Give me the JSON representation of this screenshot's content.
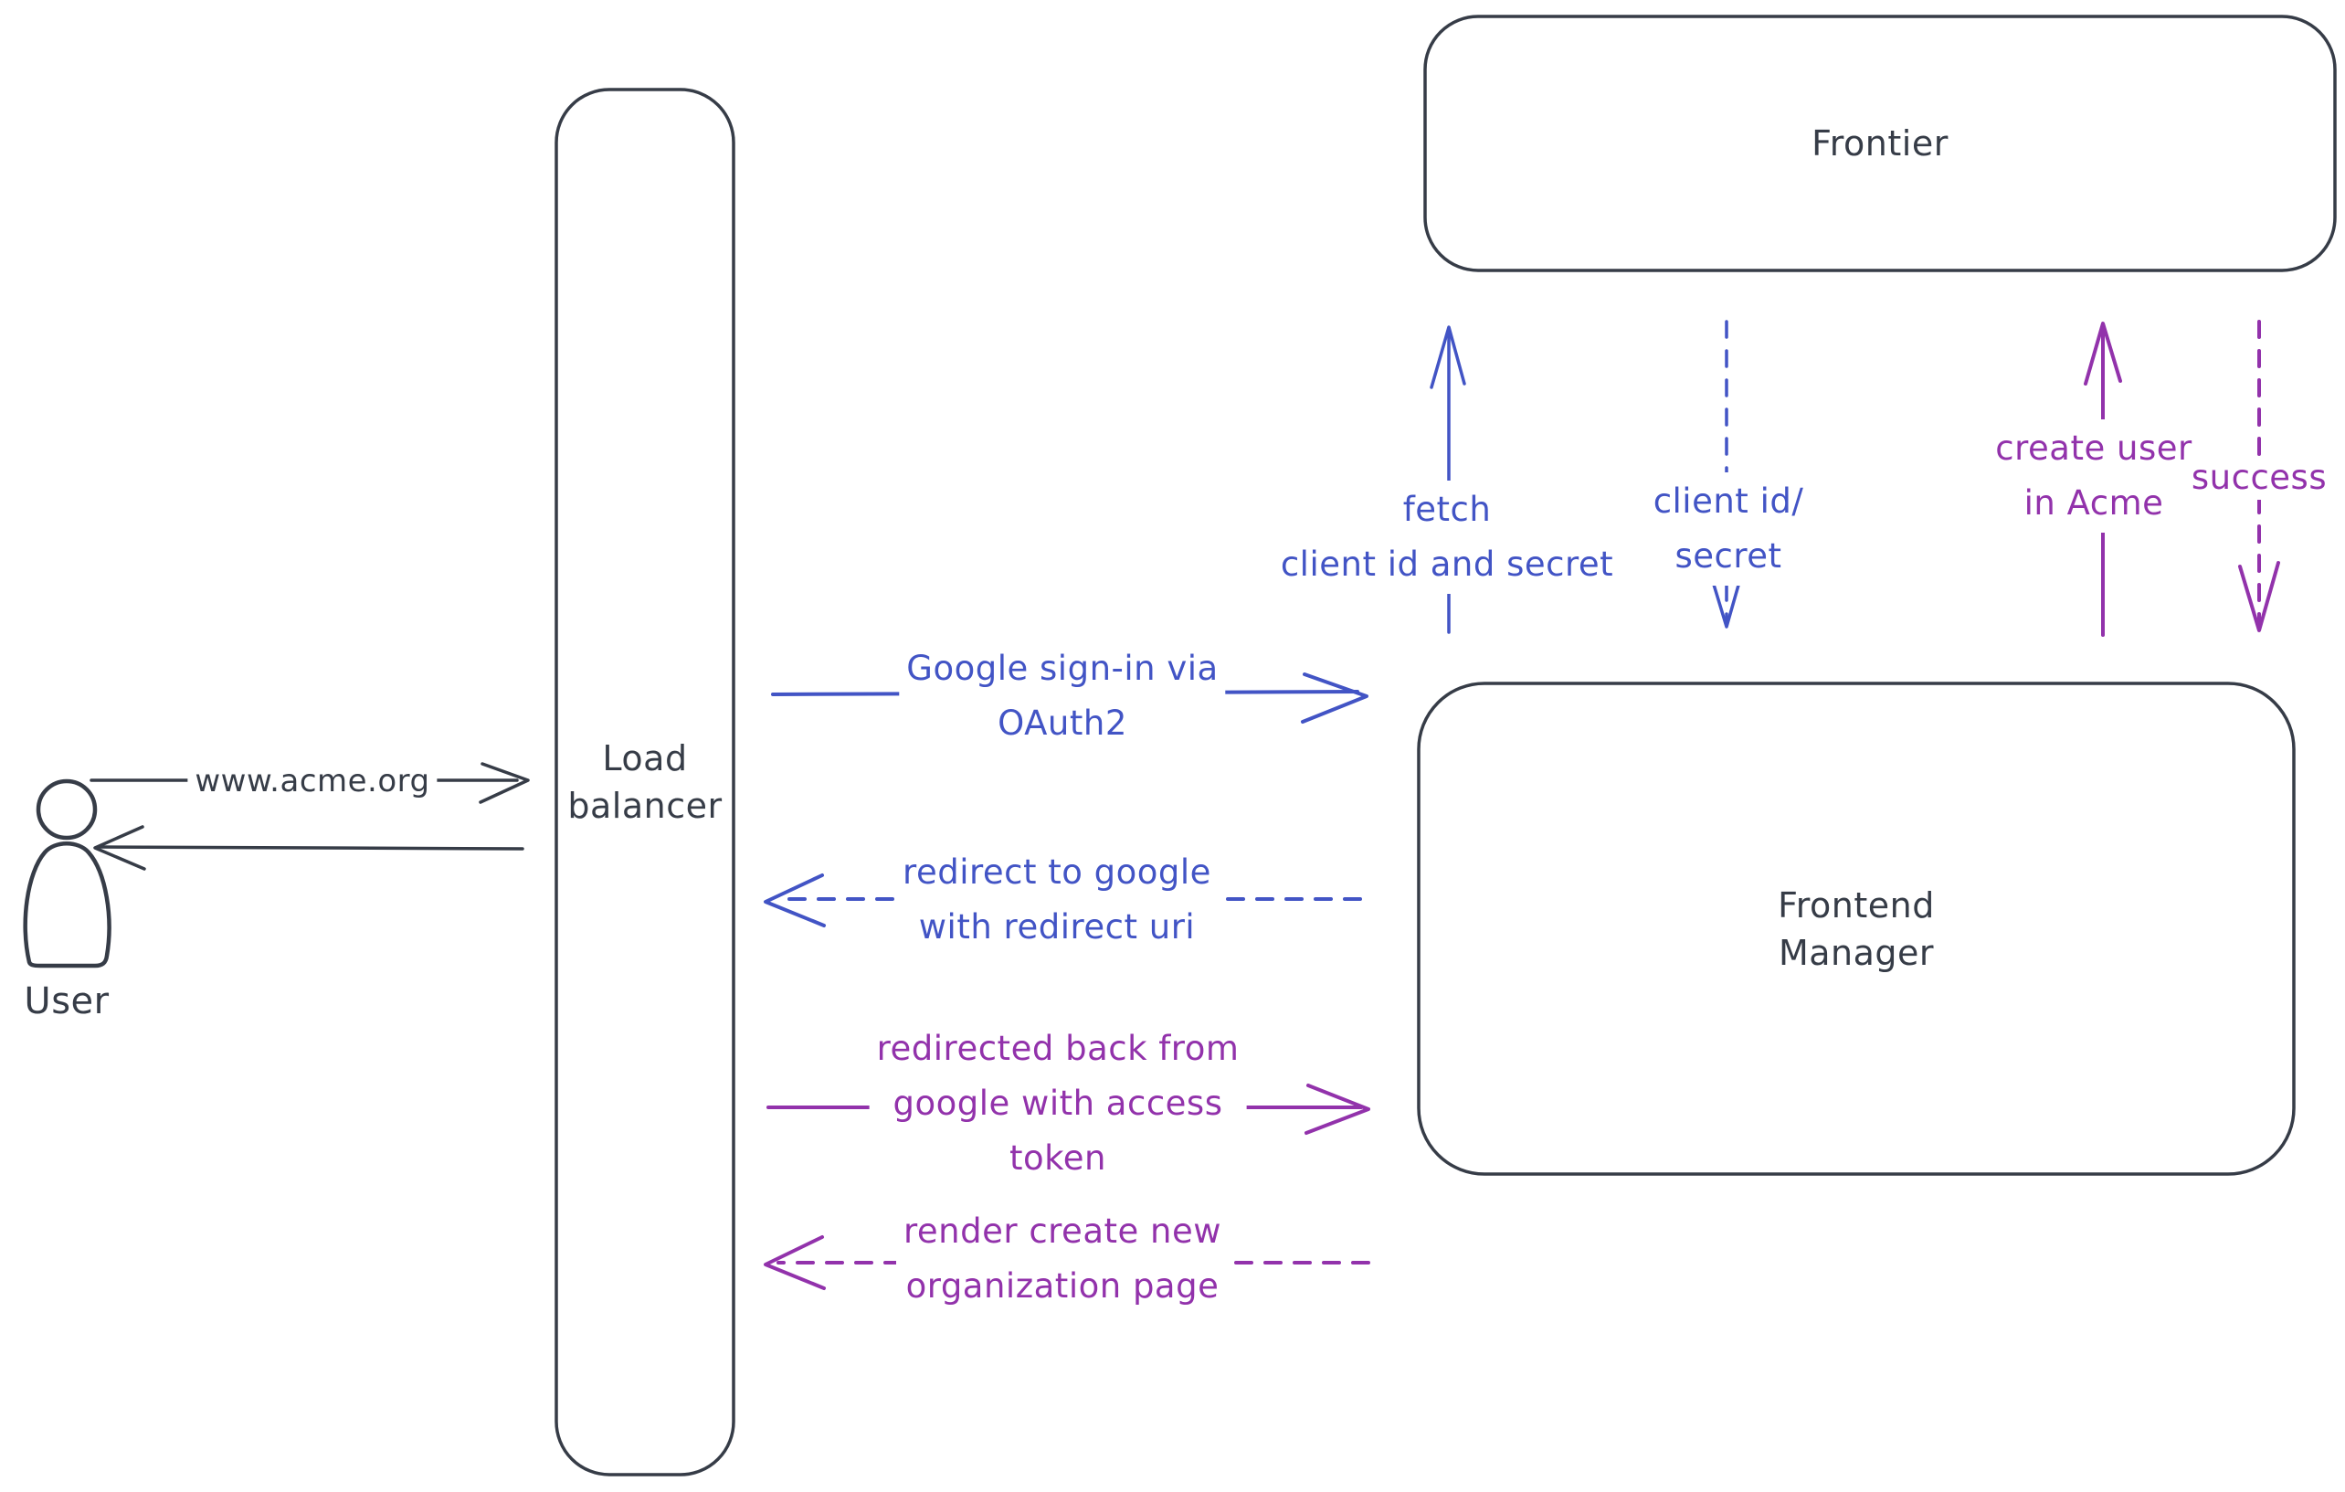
{
  "diagram": {
    "nodes": {
      "user": {
        "label": "User"
      },
      "load_balancer": {
        "lines": [
          "Load",
          "balancer"
        ]
      },
      "frontier": {
        "label": "Frontier"
      },
      "frontend_manager": {
        "lines": [
          "Frontend",
          "Manager"
        ]
      }
    },
    "edges": {
      "www_acme": {
        "label": "www.acme.org",
        "style": "solid",
        "direction": "user-to-load-balancer"
      },
      "lb_return": {
        "label": "",
        "style": "solid",
        "direction": "load-balancer-to-user"
      },
      "google_signin": {
        "lines": [
          "Google sign-in via",
          "OAuth2"
        ],
        "style": "solid",
        "direction": "to-frontend-manager"
      },
      "redirect_google": {
        "lines": [
          "redirect to google",
          "with redirect uri"
        ],
        "style": "dashed",
        "direction": "to-load-balancer"
      },
      "redirected_back": {
        "lines": [
          "redirected back from",
          "google with access",
          "token"
        ],
        "style": "solid",
        "direction": "to-frontend-manager"
      },
      "render_org_page": {
        "lines": [
          "render create new",
          "organization page"
        ],
        "style": "dashed",
        "direction": "to-load-balancer"
      },
      "fetch_secret": {
        "lines": [
          "fetch",
          "client id and secret"
        ],
        "style": "solid",
        "direction": "up-to-frontier"
      },
      "client_id_secret": {
        "lines": [
          "client id/",
          "secret"
        ],
        "style": "dashed",
        "direction": "down-to-frontend-manager"
      },
      "create_user": {
        "lines": [
          "create user",
          "in Acme"
        ],
        "style": "solid",
        "direction": "up-to-frontier"
      },
      "success": {
        "label": "success",
        "style": "dashed",
        "direction": "down-to-frontend-manager"
      }
    },
    "colors": {
      "ink": "#363c47",
      "blue": "#4254c5",
      "purple": "#9232ab",
      "hatch": "#ccd6de"
    }
  }
}
